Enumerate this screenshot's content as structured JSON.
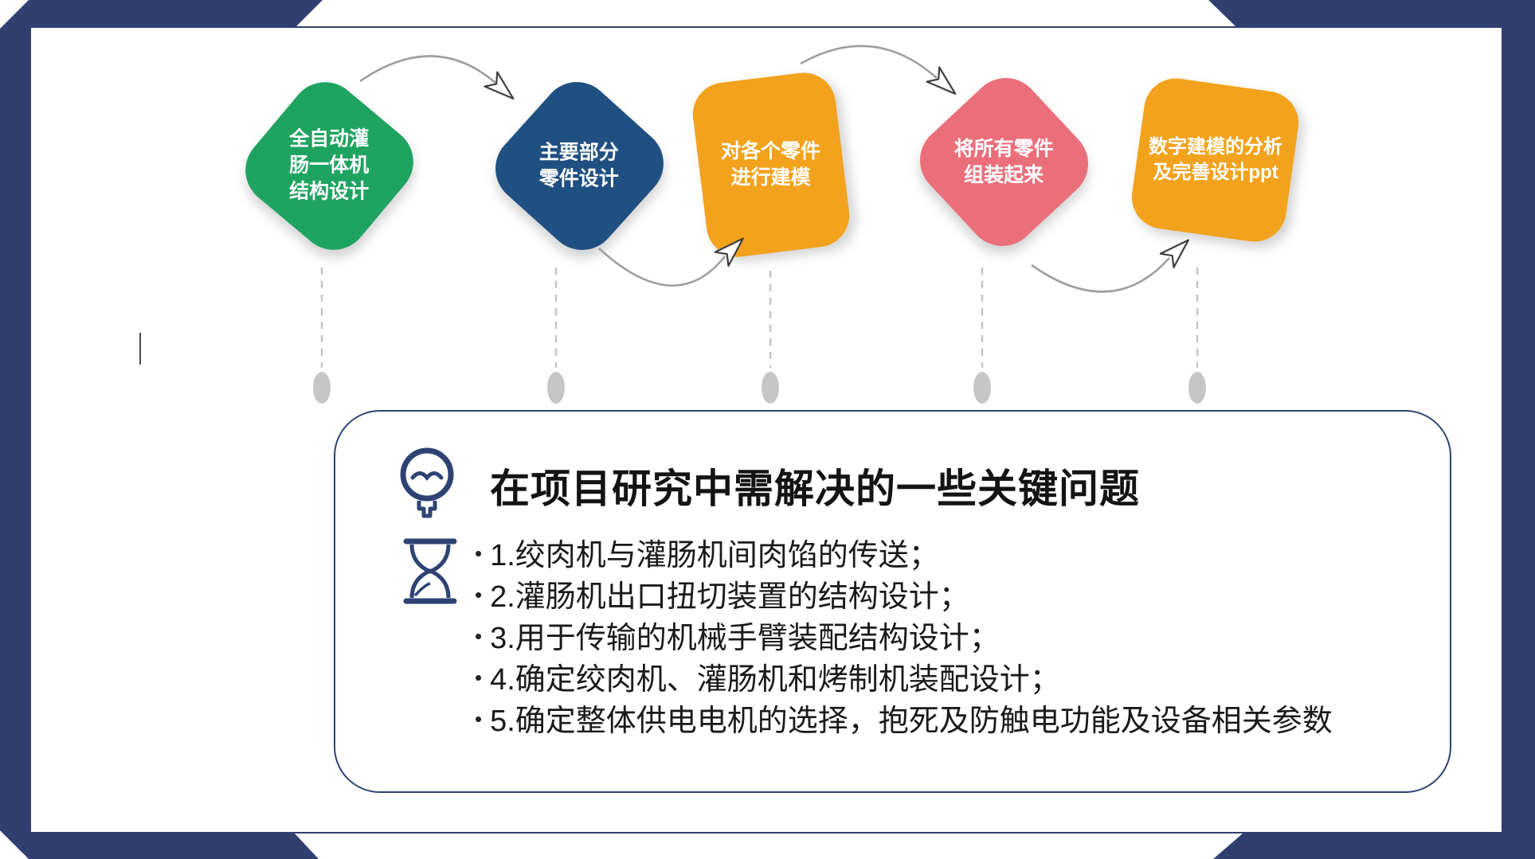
{
  "slide": {
    "steps": [
      {
        "lines": [
          "全自动灌",
          "肠一体机",
          "结构设计"
        ],
        "color": "#1fa361"
      },
      {
        "lines": [
          "主要部分",
          "零件设计"
        ],
        "color": "#205081"
      },
      {
        "lines": [
          "对各个零件",
          "进行建模"
        ],
        "color": "#f2a21c"
      },
      {
        "lines": [
          "将所有零件",
          "组装起来"
        ],
        "color": "#ea6f7b"
      },
      {
        "lines": [
          "数字建模的分析",
          "及完善设计ppt"
        ],
        "color": "#f2a21c"
      }
    ],
    "callout": {
      "title": "在项目研究中需解决的一些关键问题",
      "bullet": "•",
      "items": [
        "1.绞肉机与灌肠机间肉馅的传送；",
        "2.灌肠机出口扭切装置的结构设计；",
        "3.用于传输的机械手臂装配结构设计；",
        "4.确定绞肉机、灌肠机和烤制机装配设计；",
        "5.确定整体供电电机的选择，抱死及防触电功能及设备相关参数"
      ]
    },
    "colors": {
      "frame_navy": "#303f6f",
      "accent_navy": "#2e4373",
      "arrow_gray": "#9e9e9e",
      "dash_gray": "#c2c2c2",
      "dot_gray": "#c6c6c6",
      "step_text": "#ffffff",
      "body_text": "#1a1a1a"
    }
  }
}
